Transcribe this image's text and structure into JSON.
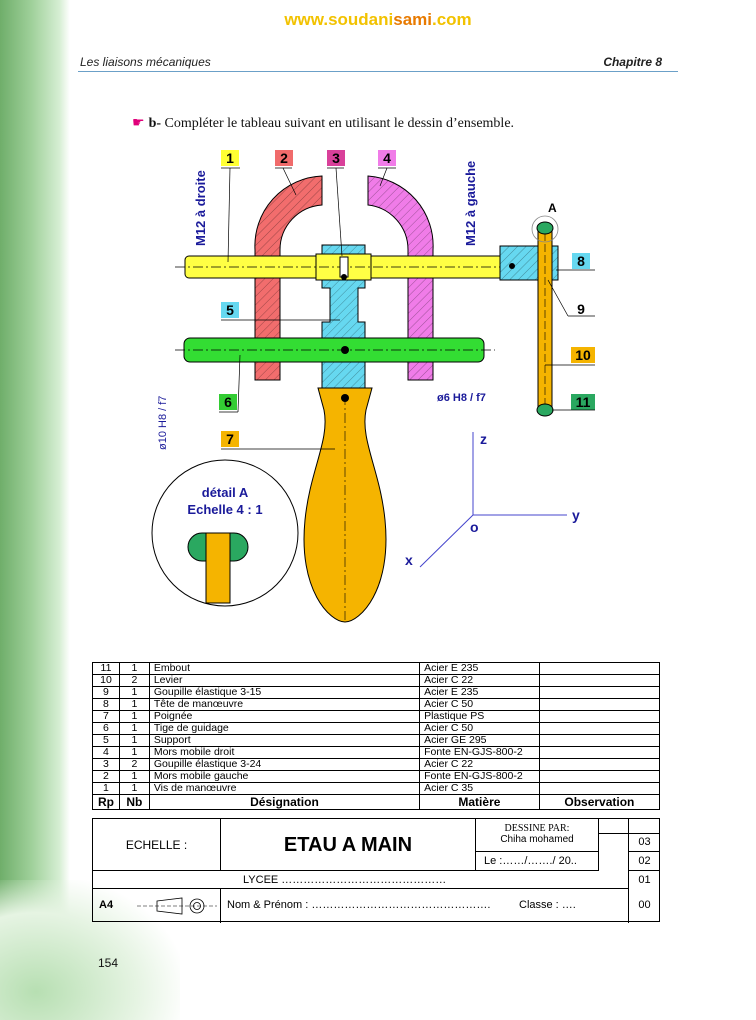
{
  "header": {
    "site_a": "www.soudani",
    "site_b": "sami",
    "site_c": ".com",
    "left": "Les liaisons mécaniques",
    "right": "Chapitre 8"
  },
  "instruction": {
    "prefix": "b-",
    "text": " Compléter le tableau suivant en utilisant le dessin d’ensemble."
  },
  "drawing": {
    "labels": [
      "1",
      "2",
      "3",
      "4",
      "5",
      "6",
      "7",
      "8",
      "9",
      "10",
      "11"
    ],
    "label_colors": [
      "#ffff33",
      "#f06b6b",
      "#d9409a",
      "#f07ce8",
      "#66d8f0",
      "#33cc33",
      "#f5b400",
      "#66d8f0",
      "#ffffff",
      "#f5b400",
      "#2aa860"
    ],
    "thread_right": "M12 à droite",
    "thread_left": "M12 à gauche",
    "fit_10": "ø10 H8 / f7",
    "fit_6": "ø6 H8 / f7",
    "detail_ref": "A",
    "detail_title": "détail A",
    "detail_scale": "Echelle  4 : 1",
    "axis_z": "z",
    "axis_y": "y",
    "axis_x": "x",
    "origin": "o"
  },
  "nomenclature": {
    "headers": [
      "Rp",
      "Nb",
      "Désignation",
      "Matière",
      "Observation"
    ],
    "rows": [
      [
        "11",
        "1",
        "Embout",
        "Acier  E 235",
        ""
      ],
      [
        "10",
        "2",
        "Levier",
        "Acier  C 22",
        ""
      ],
      [
        "9",
        "1",
        "Goupille élastique 3-15",
        "Acier  E 235",
        ""
      ],
      [
        "8",
        "1",
        "Tête de manœuvre",
        "Acier  C 50",
        ""
      ],
      [
        "7",
        "1",
        "Poignée",
        "Plastique  PS",
        ""
      ],
      [
        "6",
        "1",
        "Tige de guidage",
        "Acier  C 50",
        ""
      ],
      [
        "5",
        "1",
        "Support",
        "Acier  GE 295",
        ""
      ],
      [
        "4",
        "1",
        "Mors mobile droit",
        "Fonte  EN-GJS-800-2",
        ""
      ],
      [
        "3",
        "2",
        "Goupille élastique 3-24",
        "Acier  C 22",
        ""
      ],
      [
        "2",
        "1",
        "Mors mobile gauche",
        "Fonte  EN-GJS-800-2",
        ""
      ],
      [
        "1",
        "1",
        "Vis de manœuvre",
        "Acier  C 35",
        ""
      ]
    ]
  },
  "title_block": {
    "scale": "ECHELLE :",
    "title": "ETAU A MAIN",
    "drawn_by_label": "DESSINE  PAR:",
    "drawn_by": "Chiha mohamed",
    "date": "Le :……/……./ 20..",
    "school": "LYCEE ………………………………………",
    "format": "A4",
    "name": "Nom & Prénom :   ………………………………………….",
    "class": "Classe : ….",
    "revisions": [
      "03",
      "02",
      "01",
      "00"
    ]
  },
  "page_number": "154"
}
